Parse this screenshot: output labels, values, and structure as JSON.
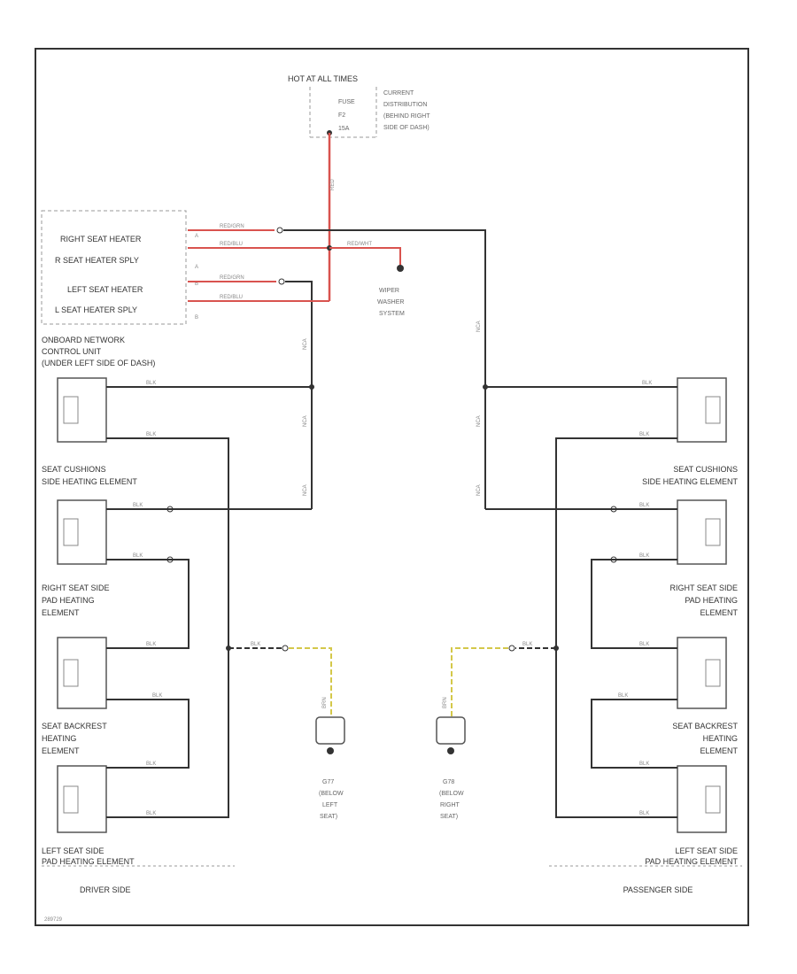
{
  "colors": {
    "wire": "#333333",
    "power": "#d9534f",
    "ground_signal": "#d4c84a",
    "dashed": "#999999",
    "text": "#333333"
  },
  "fuse_block": {
    "title": "HOT AT ALL TIMES",
    "pins": [
      "FUSE",
      "F2",
      "15A"
    ],
    "location": [
      "CURRENT",
      "DISTRIBUTION",
      "(BEHIND RIGHT",
      "SIDE OF DASH)"
    ]
  },
  "control_unit": {
    "labels": [
      "RIGHT SEAT HEATER",
      "R SEAT HEATER SPLY",
      "LEFT SEAT HEATER",
      "L SEAT HEATER SPLY"
    ],
    "pins": [
      "A",
      "A",
      "B",
      "B"
    ],
    "name": [
      "ONBOARD NETWORK",
      "CONTROL UNIT",
      "(UNDER LEFT SIDE OF DASH)"
    ]
  },
  "wiper_washer": [
    "WIPER",
    "WASHER",
    "SYSTEM"
  ],
  "wire_colors": {
    "red_grn": "RED/GRN",
    "red_blu": "RED/BLU",
    "red_wht": "RED/WHT",
    "red": "RED",
    "nca": "NCA",
    "blk": "BLK",
    "brn": "BRN"
  },
  "driver_side": {
    "components": [
      {
        "label": [
          "SEAT CUSHIONS",
          "SIDE HEATING ELEMENT"
        ]
      },
      {
        "label": [
          "RIGHT SEAT SIDE",
          "PAD HEATING",
          "ELEMENT"
        ]
      },
      {
        "label": [
          "SEAT BACKREST",
          "HEATING",
          "ELEMENT"
        ]
      },
      {
        "label": [
          "LEFT SEAT SIDE",
          "PAD HEATING ELEMENT"
        ]
      }
    ],
    "side_label": "DRIVER SIDE",
    "ground_label": [
      "G77",
      "(BELOW",
      "LEFT",
      "SEAT)"
    ]
  },
  "passenger_side": {
    "components": [
      {
        "label": [
          "SEAT CUSHIONS",
          "SIDE HEATING ELEMENT"
        ]
      },
      {
        "label": [
          "RIGHT SEAT SIDE",
          "PAD HEATING",
          "ELEMENT"
        ]
      },
      {
        "label": [
          "SEAT BACKREST",
          "HEATING",
          "ELEMENT"
        ]
      },
      {
        "label": [
          "LEFT SEAT SIDE",
          "PAD HEATING ELEMENT"
        ]
      }
    ],
    "side_label": "PASSENGER SIDE",
    "ground_label": [
      "G78",
      "(BELOW",
      "RIGHT",
      "SEAT)"
    ]
  },
  "footer_code": "289729"
}
